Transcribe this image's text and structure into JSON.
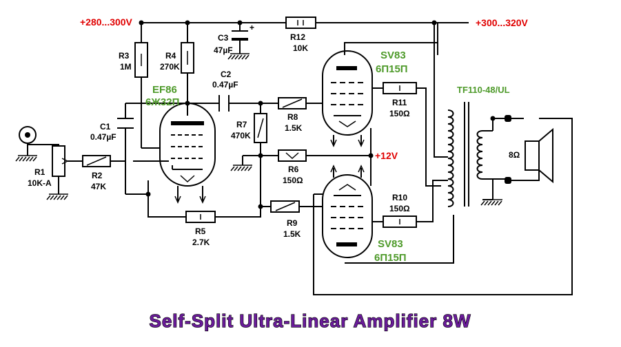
{
  "title": "Self-Split Ultra-Linear Amplifier 8W",
  "supply": {
    "input_voltage": "+280...300V",
    "output_voltage": "+300...320V",
    "heater_bias": "+12V"
  },
  "tubes": {
    "driver": {
      "name": "EF86",
      "alt": "6Ж32П"
    },
    "top_output": {
      "name": "SV83",
      "alt": "6П15П"
    },
    "bottom_output": {
      "name": "SV83",
      "alt": "6П15П"
    }
  },
  "transformer": {
    "name": "TF110-48/UL"
  },
  "speaker": {
    "impedance": "8Ω"
  },
  "components": {
    "R1": {
      "ref": "R1",
      "value": "10K-A"
    },
    "R2": {
      "ref": "R2",
      "value": "47K"
    },
    "R3": {
      "ref": "R3",
      "value": "1M"
    },
    "R4": {
      "ref": "R4",
      "value": "270K"
    },
    "R5": {
      "ref": "R5",
      "value": "2.7K"
    },
    "R6": {
      "ref": "R6",
      "value": "150Ω"
    },
    "R7": {
      "ref": "R7",
      "value": "470K"
    },
    "R8": {
      "ref": "R8",
      "value": "1.5K"
    },
    "R9": {
      "ref": "R9",
      "value": "1.5K"
    },
    "R10": {
      "ref": "R10",
      "value": "150Ω"
    },
    "R11": {
      "ref": "R11",
      "value": "150Ω"
    },
    "R12": {
      "ref": "R12",
      "value": "10K"
    },
    "C1": {
      "ref": "C1",
      "value": "0.47µF"
    },
    "C2": {
      "ref": "C2",
      "value": "0.47µF"
    },
    "C3": {
      "ref": "C3",
      "value": "47µF"
    }
  },
  "colors": {
    "wire": "#000000",
    "voltage_label": "#e00000",
    "tube_label": "#4e9a2a",
    "title": "#6a1b9a",
    "background": "#ffffff"
  }
}
